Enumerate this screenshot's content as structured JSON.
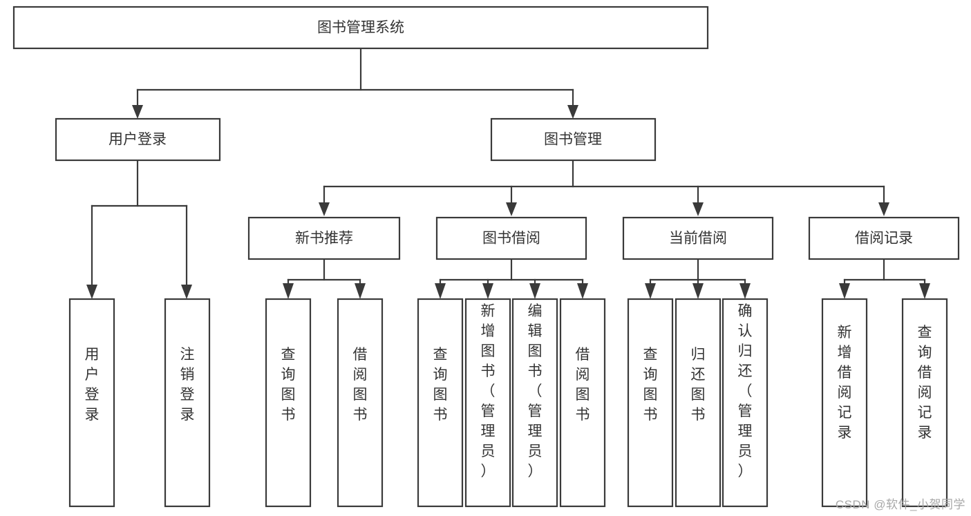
{
  "diagram": {
    "type": "tree-hierarchy",
    "title": "图书管理系统",
    "root": {
      "id": "root",
      "label": "图书管理系统"
    },
    "level1": [
      {
        "id": "user-login",
        "label": "用户登录"
      },
      {
        "id": "book-management",
        "label": "图书管理"
      }
    ],
    "level2": [
      {
        "id": "new-book-recommend",
        "label": "新书推荐",
        "parent": "book-management"
      },
      {
        "id": "book-borrow",
        "label": "图书借阅",
        "parent": "book-management"
      },
      {
        "id": "current-borrow",
        "label": "当前借阅",
        "parent": "book-management"
      },
      {
        "id": "borrow-record",
        "label": "借阅记录",
        "parent": "book-management"
      }
    ],
    "leaves": {
      "user-login": [
        {
          "id": "leaf-user-login",
          "label": "用户登录"
        },
        {
          "id": "leaf-user-logout",
          "label": "注销登录"
        }
      ],
      "new-book-recommend": [
        {
          "id": "leaf-query-book-1",
          "label": "查询图书"
        },
        {
          "id": "leaf-borrow-book-1",
          "label": "借阅图书"
        }
      ],
      "book-borrow": [
        {
          "id": "leaf-query-book-2",
          "label": "查询图书"
        },
        {
          "id": "leaf-add-book",
          "label": "新增图书（管理员）"
        },
        {
          "id": "leaf-edit-book",
          "label": "编辑图书（管理员）"
        },
        {
          "id": "leaf-borrow-book-2",
          "label": "借阅图书"
        }
      ],
      "current-borrow": [
        {
          "id": "leaf-query-book-3",
          "label": "查询图书"
        },
        {
          "id": "leaf-return-book",
          "label": "归还图书"
        },
        {
          "id": "leaf-confirm-return",
          "label": "确认归还（管理员）"
        }
      ],
      "borrow-record": [
        {
          "id": "leaf-add-record",
          "label": "新增借阅记录"
        },
        {
          "id": "leaf-query-record",
          "label": "查询借阅记录"
        }
      ]
    },
    "colors": {
      "box_fill": "#ffffff",
      "box_stroke": "#3a3a3a",
      "text": "#333333",
      "background": "#ffffff",
      "watermark": "#a8a8a8"
    }
  },
  "watermark": {
    "text": "CSDN @软件_小贺同学"
  }
}
